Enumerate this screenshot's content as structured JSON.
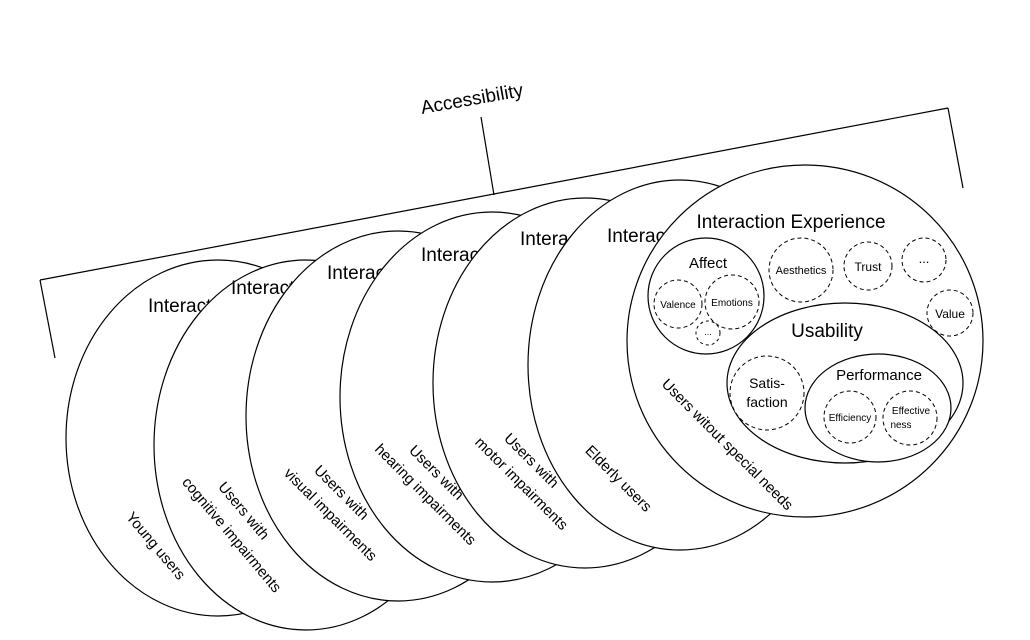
{
  "bracket": {
    "label": "Accessibility"
  },
  "layers": [
    {
      "title": "Interaction Experience",
      "group": "Young users"
    },
    {
      "title": "Interaction Experience",
      "group_line1": "Users with",
      "group_line2": "cognitive impairments"
    },
    {
      "title": "Interaction Experience",
      "group_line1": "Users with",
      "group_line2": "visual impairments"
    },
    {
      "title": "Interaction Experience",
      "group_line1": "Users with",
      "group_line2": "hearing impairments"
    },
    {
      "title": "Interaction Experience",
      "group_line1": "Users with",
      "group_line2": "motor impairments"
    },
    {
      "title": "Interaction Experience",
      "group": "Elderly users"
    },
    {
      "title": "Interaction Experience",
      "group": "Users witout special needs"
    }
  ],
  "affect": {
    "label": "Affect",
    "items": [
      "Valence",
      "Emotions",
      "..."
    ]
  },
  "experience_factors": [
    "Aesthetics",
    "Trust",
    "...",
    "Value"
  ],
  "usability": {
    "label": "Usability",
    "satisfaction_line1": "Satis-",
    "satisfaction_line2": "faction",
    "performance": {
      "label": "Performance",
      "efficiency": "Efficiency",
      "effectiveness_line1": "Effective",
      "effectiveness_line2": "ness"
    }
  }
}
